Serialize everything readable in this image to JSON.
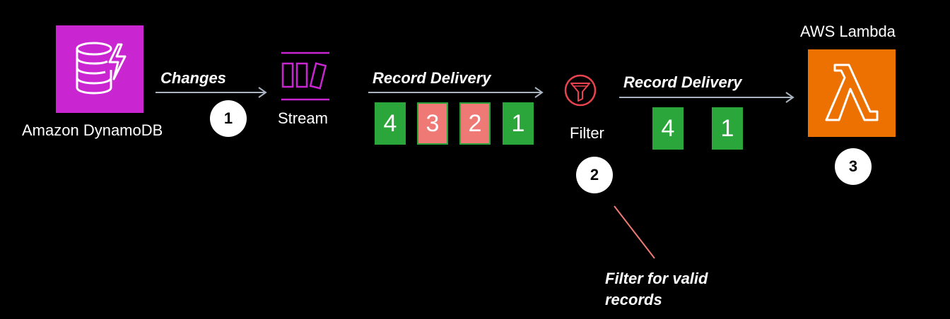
{
  "nodes": {
    "dynamodb": {
      "label": "Amazon DynamoDB",
      "icon": "dynamodb-icon",
      "color": "#c925d1"
    },
    "stream": {
      "label": "Stream",
      "icon": "stream-icon",
      "color": "#c925d1"
    },
    "filter": {
      "label": "Filter",
      "icon": "filter-funnel-icon",
      "color": "#e8434f"
    },
    "lambda": {
      "label": "AWS Lambda",
      "icon": "lambda-icon",
      "color": "#ed7100"
    }
  },
  "edges": {
    "changes": "Changes",
    "delivery_in": "Record Delivery",
    "delivery_out": "Record Delivery"
  },
  "steps": [
    "1",
    "2",
    "3"
  ],
  "records_in": [
    {
      "value": "4",
      "status": "valid"
    },
    {
      "value": "3",
      "status": "invalid"
    },
    {
      "value": "2",
      "status": "invalid"
    },
    {
      "value": "1",
      "status": "valid"
    }
  ],
  "records_out": [
    {
      "value": "4",
      "status": "valid"
    },
    {
      "value": "1",
      "status": "valid"
    }
  ],
  "annotation": {
    "line1": "Filter for valid",
    "line2": "records"
  },
  "colors": {
    "valid": "#2aa63a",
    "invalid": "#ef7a75",
    "arrow": "#aab3c0",
    "annotation_line": "#ef7a75"
  }
}
